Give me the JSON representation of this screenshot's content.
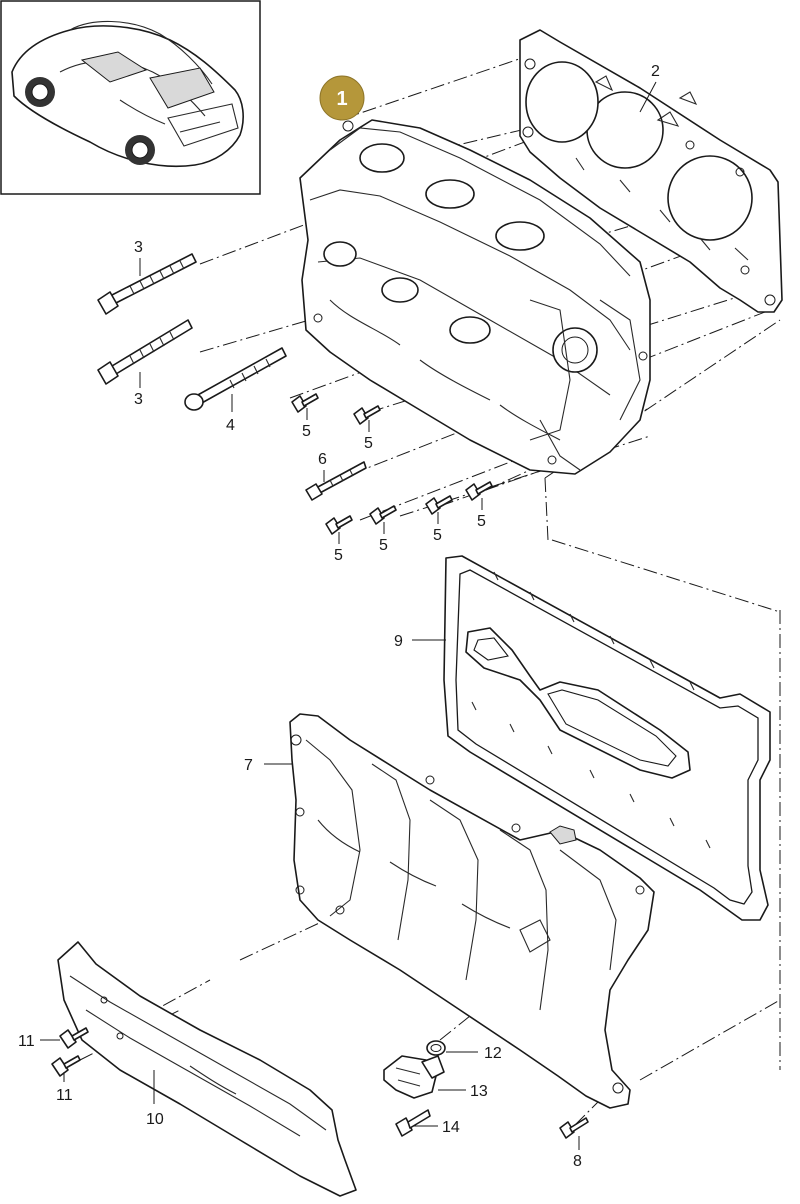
{
  "badge": {
    "label": "1",
    "color": "#b5973a"
  },
  "parts": [
    {
      "id": "2",
      "label": "2"
    },
    {
      "id": "3a",
      "label": "3"
    },
    {
      "id": "3b",
      "label": "3"
    },
    {
      "id": "4",
      "label": "4"
    },
    {
      "id": "5a",
      "label": "5"
    },
    {
      "id": "5b",
      "label": "5"
    },
    {
      "id": "6",
      "label": "6"
    },
    {
      "id": "5c",
      "label": "5"
    },
    {
      "id": "5d",
      "label": "5"
    },
    {
      "id": "5e",
      "label": "5"
    },
    {
      "id": "5f",
      "label": "5"
    },
    {
      "id": "9",
      "label": "9"
    },
    {
      "id": "7",
      "label": "7"
    },
    {
      "id": "11a",
      "label": "11"
    },
    {
      "id": "11b",
      "label": "11"
    },
    {
      "id": "10",
      "label": "10"
    },
    {
      "id": "12",
      "label": "12"
    },
    {
      "id": "13",
      "label": "13"
    },
    {
      "id": "14",
      "label": "14"
    },
    {
      "id": "8",
      "label": "8"
    }
  ]
}
